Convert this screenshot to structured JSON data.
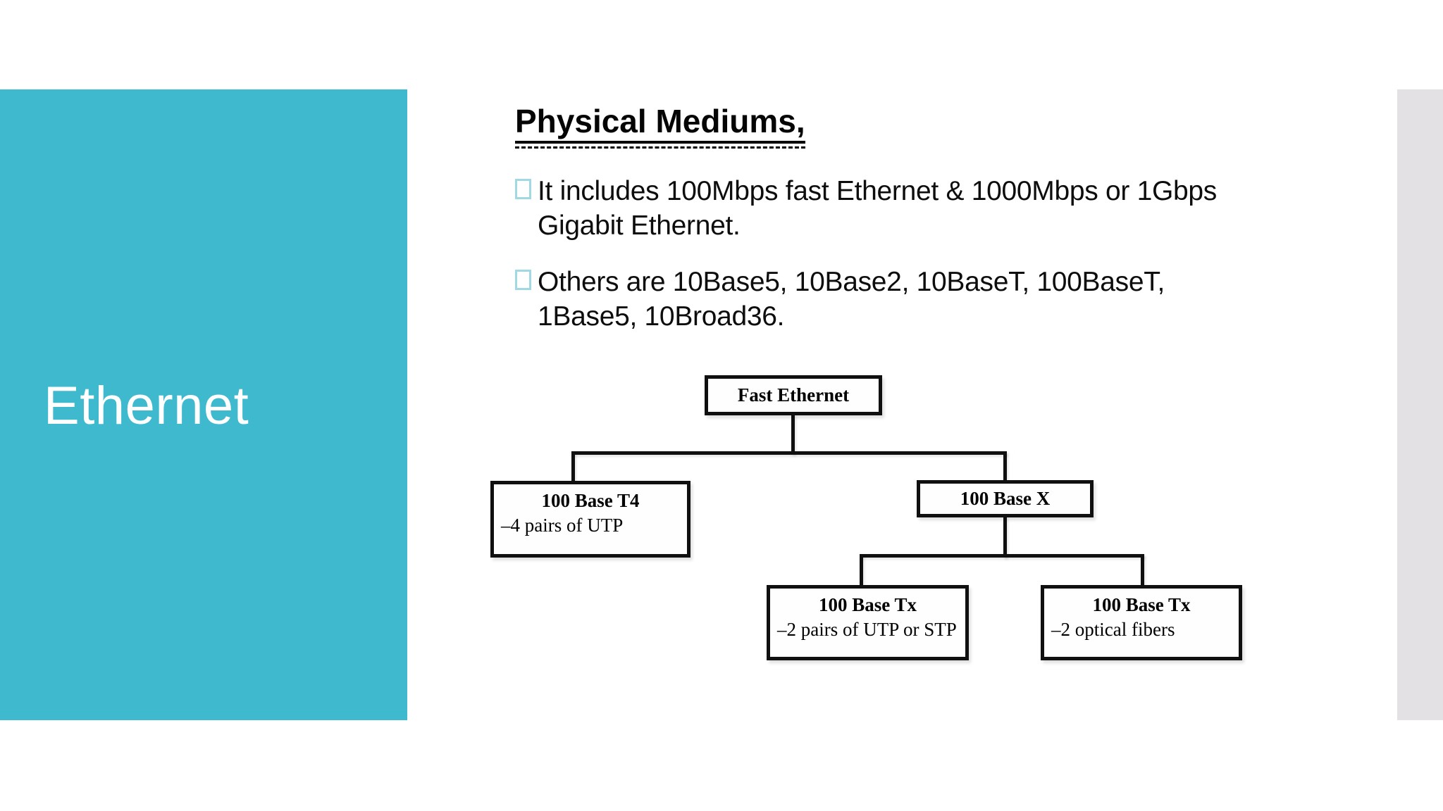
{
  "slide": {
    "title": "Ethernet",
    "heading": "Physical Mediums,",
    "bullets": [
      {
        "lines": [
          "It includes 100Mbps fast Ethernet & 1000Mbps or 1Gbps",
          "Gigabit Ethernet."
        ]
      },
      {
        "lines": [
          "Others are 10Base5, 10Base2, 10BaseT, 100BaseT,",
          "1Base5, 10Broad36."
        ]
      }
    ]
  },
  "diagram": {
    "type": "tree",
    "nodes": [
      {
        "id": "fast-ethernet",
        "title": "Fast Ethernet",
        "subtitle": ""
      },
      {
        "id": "100-base-t4",
        "title": "100 Base T4",
        "subtitle": "–4 pairs of UTP"
      },
      {
        "id": "100-base-x",
        "title": "100 Base X",
        "subtitle": ""
      },
      {
        "id": "100-base-tx-1",
        "title": "100 Base Tx",
        "subtitle": "–2 pairs of UTP or STP"
      },
      {
        "id": "100-base-tx-2",
        "title": "100 Base Tx",
        "subtitle": "–2 optical fibers"
      }
    ],
    "edges": [
      "fast-ethernet > 100-base-t4",
      "fast-ethernet > 100-base-x",
      "100-base-x > 100-base-tx-1",
      "100-base-x > 100-base-tx-2"
    ]
  },
  "colors": {
    "accent_teal": "#3FB9CE",
    "bullet_square_border": "#A0D9E2",
    "right_strip_gray": "#E3E1E4",
    "diagram_line": "#101010",
    "text": "#0d0d0d"
  }
}
